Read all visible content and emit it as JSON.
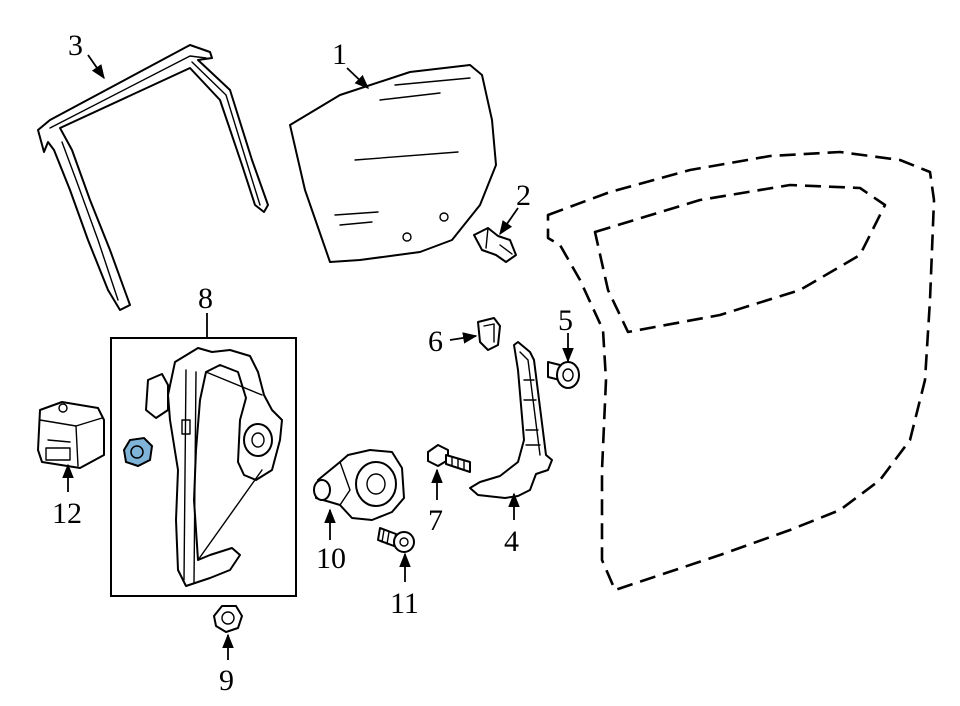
{
  "callouts": {
    "c1": "1",
    "c2": "2",
    "c3": "3",
    "c4": "4",
    "c5": "5",
    "c6": "6",
    "c7": "7",
    "c8": "8",
    "c9": "9",
    "c10": "10",
    "c11": "11",
    "c12": "12"
  },
  "colors": {
    "line": "#000000",
    "highlight_part": "#7fb4d8",
    "background": "#ffffff"
  }
}
